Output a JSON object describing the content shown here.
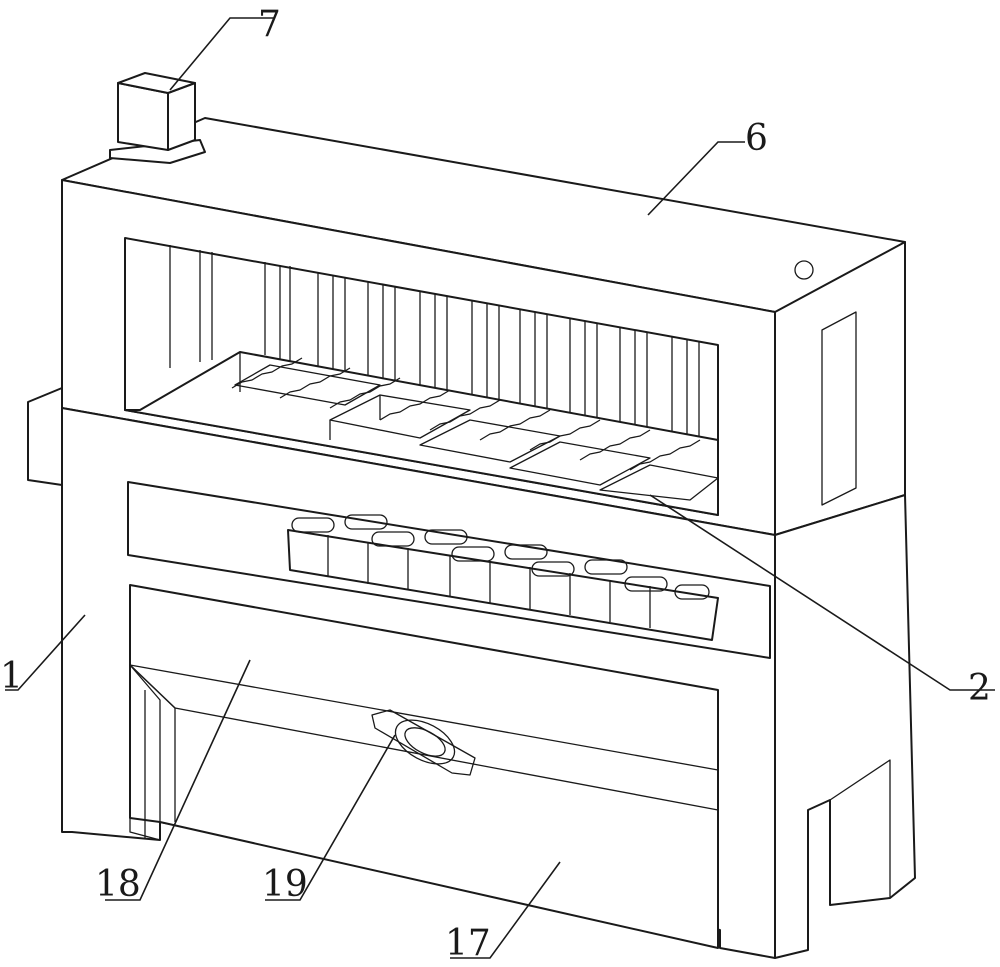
{
  "labels": {
    "frame": "1",
    "conveyor": "2",
    "top_housing": "6",
    "motor": "7",
    "collection_box": "17",
    "hopper": "18",
    "vent_fan": "19"
  }
}
